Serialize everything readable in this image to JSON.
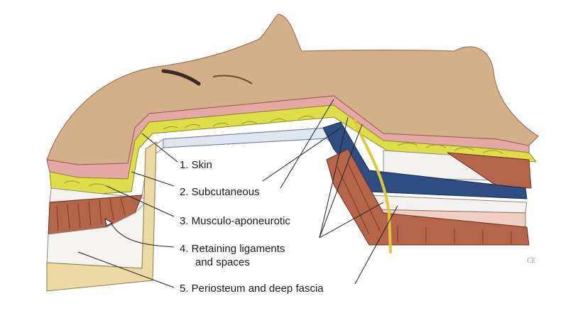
{
  "labels": {
    "skin": "1. Skin",
    "subcutaneous": "2. Subcutaneous",
    "musculo": "3. Musculo-aponeurotic",
    "retaining_line1": "4. Retaining ligaments",
    "retaining_line2": "and spaces",
    "periosteum": "5. Periosteum and deep fascia"
  },
  "signature": "CE",
  "colors": {
    "skin": "#d4b08a",
    "dermis": "#e4a9a4",
    "fat": "#dede4a",
    "muscle": "#b5654a",
    "fascia": "#f3f1ee",
    "ligament_space": "#2e4d82",
    "bone": "#ecd9a3",
    "nerve": "#e2c638"
  }
}
